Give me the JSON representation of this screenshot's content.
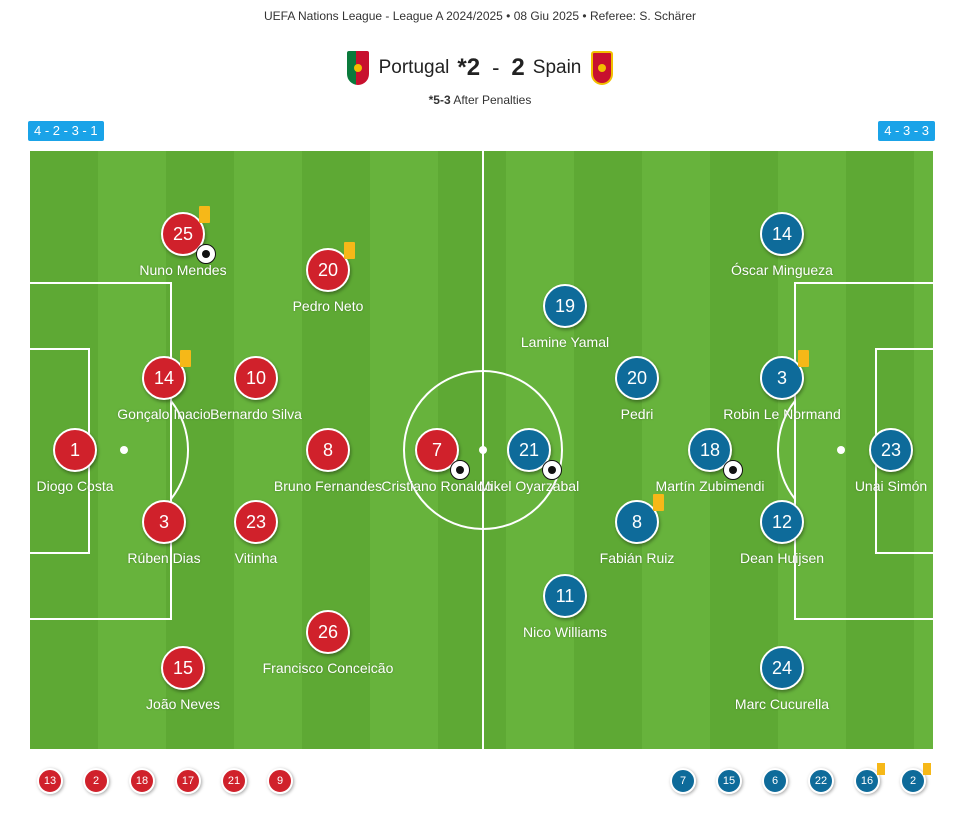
{
  "header": {
    "competition_line": "UEFA Nations League - League A 2024/2025 • 08 Giu 2025 • Referee: S. Schärer",
    "home_team": "Portugal",
    "away_team": "Spain",
    "home_score": "*2",
    "away_score": "2",
    "separator": "-",
    "penalty_score": "*5-3",
    "penalty_text": " After Penalties"
  },
  "formations": {
    "home": "4 - 2 - 3 - 1",
    "away": "4 - 3 - 3"
  },
  "colors": {
    "home": "#d0212b",
    "away": "#0e6b9a",
    "formation_badge": "#1aa3e8",
    "yellow_card": "#f6b818"
  },
  "home_players": [
    {
      "number": "1",
      "name": "Diogo Costa"
    },
    {
      "number": "25",
      "name": "Nuno Mendes",
      "yellow_card": true,
      "goal": true
    },
    {
      "number": "14",
      "name": "Gonçalo Inacio",
      "yellow_card": true
    },
    {
      "number": "3",
      "name": "Rúben Dias"
    },
    {
      "number": "15",
      "name": "João Neves"
    },
    {
      "number": "10",
      "name": "Bernardo Silva"
    },
    {
      "number": "23",
      "name": "Vitinha"
    },
    {
      "number": "20",
      "name": "Pedro Neto",
      "yellow_card": true
    },
    {
      "number": "8",
      "name": "Bruno Fernandes"
    },
    {
      "number": "26",
      "name": "Francisco Conceicão"
    },
    {
      "number": "7",
      "name": "Cristiano Ronaldo",
      "goal": true
    }
  ],
  "away_players": [
    {
      "number": "23",
      "name": "Unai Simón"
    },
    {
      "number": "14",
      "name": "Óscar Mingueza"
    },
    {
      "number": "3",
      "name": "Robin Le Normand",
      "yellow_card": true
    },
    {
      "number": "12",
      "name": "Dean Huijsen"
    },
    {
      "number": "24",
      "name": "Marc Cucurella"
    },
    {
      "number": "18",
      "name": "Martín Zubimendi",
      "goal": true
    },
    {
      "number": "20",
      "name": "Pedri"
    },
    {
      "number": "8",
      "name": "Fabián Ruiz",
      "yellow_card": true
    },
    {
      "number": "19",
      "name": "Lamine Yamal"
    },
    {
      "number": "21",
      "name": "Mikel Oyarzabal",
      "goal": true
    },
    {
      "number": "11",
      "name": "Nico Williams"
    }
  ],
  "home_subs": [
    {
      "number": "13"
    },
    {
      "number": "2"
    },
    {
      "number": "18"
    },
    {
      "number": "17"
    },
    {
      "number": "21"
    },
    {
      "number": "9"
    }
  ],
  "away_subs": [
    {
      "number": "7"
    },
    {
      "number": "15"
    },
    {
      "number": "6"
    },
    {
      "number": "22"
    },
    {
      "number": "16",
      "yellow_card": true
    },
    {
      "number": "2",
      "yellow_card": true
    }
  ]
}
